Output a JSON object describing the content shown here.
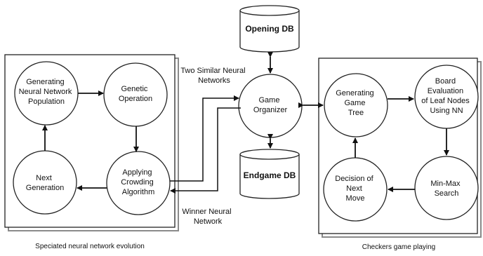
{
  "diagram": {
    "nodes": {
      "generating_population": [
        "Generating",
        "Neural Network",
        "Population"
      ],
      "genetic_operation": [
        "Genetic",
        "Operation"
      ],
      "applying_crowding": [
        "Applying",
        "Crowding",
        "Algorithm"
      ],
      "next_generation": [
        "Next",
        "Generation"
      ],
      "game_organizer": [
        "Game",
        "Organizer"
      ],
      "opening_db": "Opening DB",
      "endgame_db": "Endgame DB",
      "generating_game_tree": [
        "Generating",
        "Game",
        "Tree"
      ],
      "board_evaluation": [
        "Board",
        "Evaluation",
        "of Leaf Nodes",
        "Using NN"
      ],
      "min_max_search": [
        "Min-Max",
        "Search"
      ],
      "decision_next_move": [
        "Decision of",
        "Next",
        "Move"
      ]
    },
    "edge_labels": {
      "two_similar": [
        "Two Similar Neural",
        "Networks"
      ],
      "winner": [
        "Winner Neural",
        "Network"
      ]
    },
    "group_captions": {
      "left": "Speciated neural network evolution",
      "right": "Checkers game playing"
    }
  }
}
